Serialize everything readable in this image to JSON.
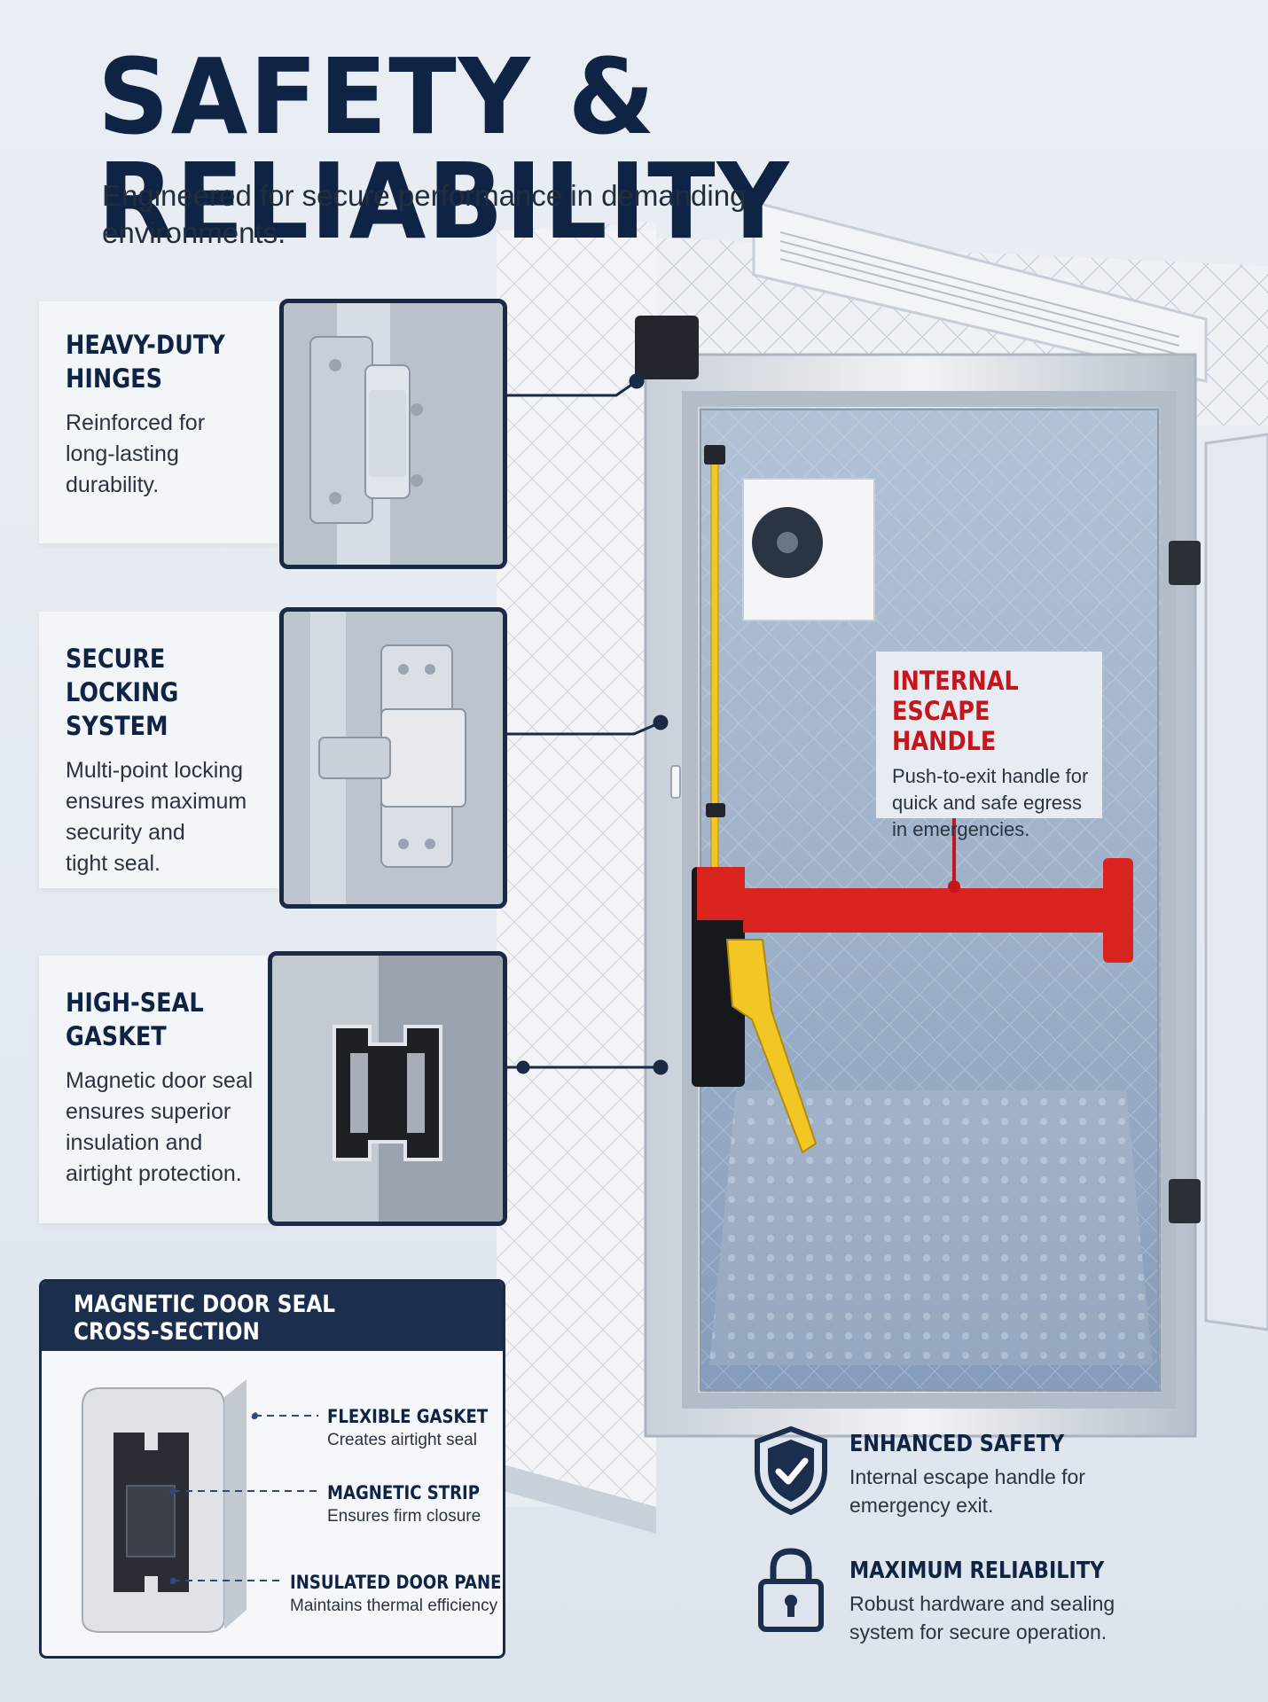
{
  "header": {
    "title": "SAFETY & RELIABILITY",
    "subtitle": "Engineered for secure performance in demanding environments."
  },
  "features": [
    {
      "title": "HEAVY-DUTY\nHINGES",
      "description": "Reinforced for\nlong-lasting\ndurability."
    },
    {
      "title": "SECURE\nLOCKING SYSTEM",
      "description": "Multi-point locking\nensures maximum\nsecurity and\ntight seal."
    },
    {
      "title": "HIGH-SEAL\nGASKET",
      "description": "Magnetic door seal\nensures superior\ninsulation and\nairtight protection."
    }
  ],
  "escape_handle": {
    "title": "INTERNAL\nESCAPE HANDLE",
    "description": "Push-to-exit handle for\nquick and safe egress\nin emergencies."
  },
  "cross_section": {
    "title": "MAGNETIC DOOR SEAL\nCROSS-SECTION",
    "parts": [
      {
        "title": "FLEXIBLE GASKET",
        "description": "Creates airtight seal"
      },
      {
        "title": "MAGNETIC STRIP",
        "description": "Ensures firm closure"
      },
      {
        "title": "INSULATED DOOR PANEL",
        "description": "Maintains thermal efficiency"
      }
    ]
  },
  "benefits": [
    {
      "icon": "shield-check-icon",
      "title": "ENHANCED SAFETY",
      "description": "Internal escape handle for\nemergency exit."
    },
    {
      "icon": "padlock-icon",
      "title": "MAXIMUM RELIABILITY",
      "description": "Robust hardware and sealing\nsystem for secure operation."
    }
  ],
  "colors": {
    "navy": "#0f2344",
    "accent_red": "#c8151b",
    "handle_red": "#d8231f",
    "handle_yellow": "#f2c623"
  }
}
